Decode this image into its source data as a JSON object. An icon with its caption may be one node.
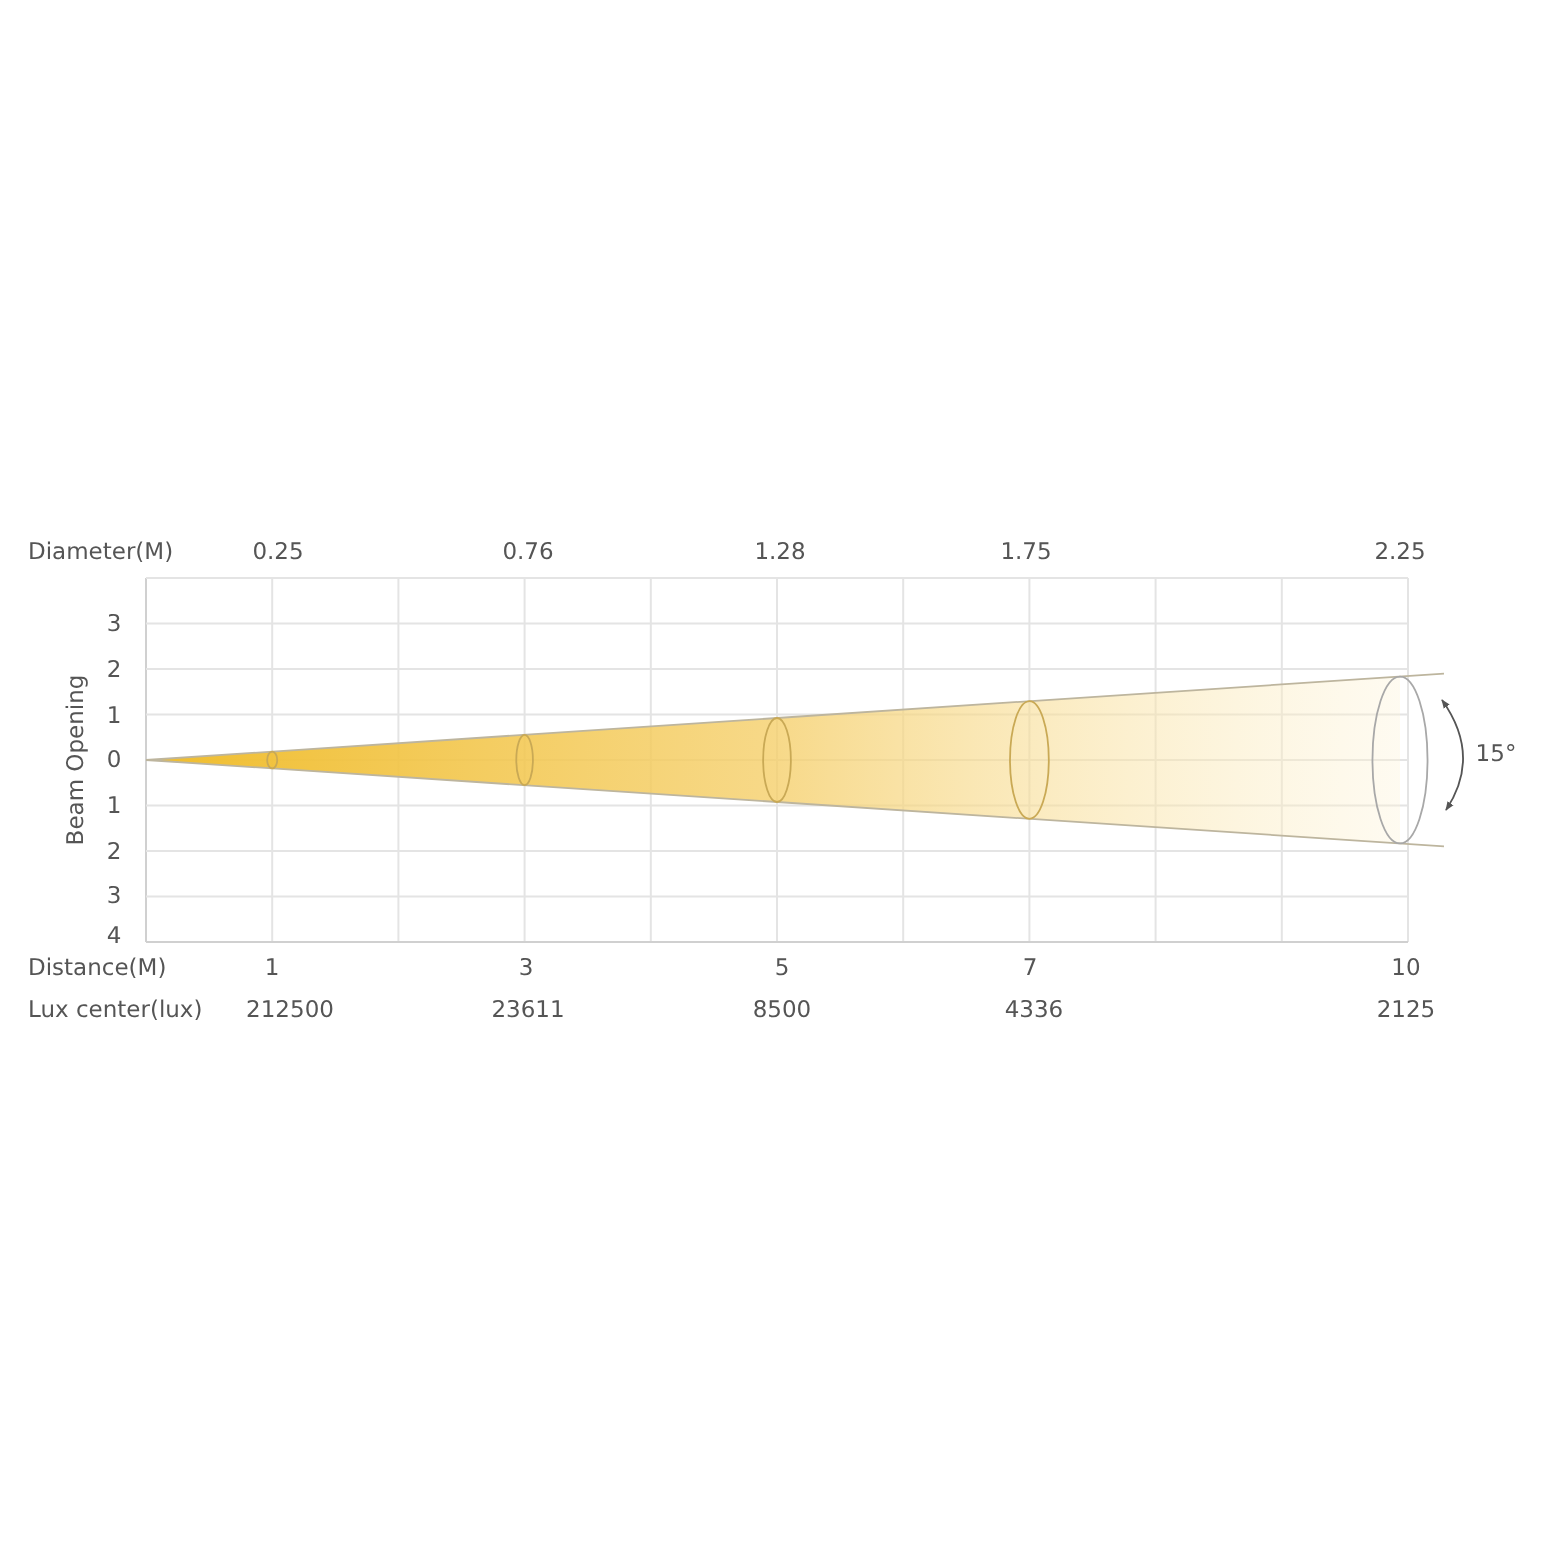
{
  "diagram": {
    "labels": [
      "Diameter(M)",
      "0.25",
      "0.76",
      "1.28",
      "1.75",
      "2.25",
      "Beam Opening",
      "3",
      "2",
      "1",
      "0",
      "1",
      "2",
      "3",
      "4",
      "15°",
      "Distance(M)",
      "1",
      "3",
      "5",
      "7",
      "10",
      "Lux center(lux)",
      "212500",
      "23611",
      "8500",
      "4336",
      "2125"
    ]
  }
}
